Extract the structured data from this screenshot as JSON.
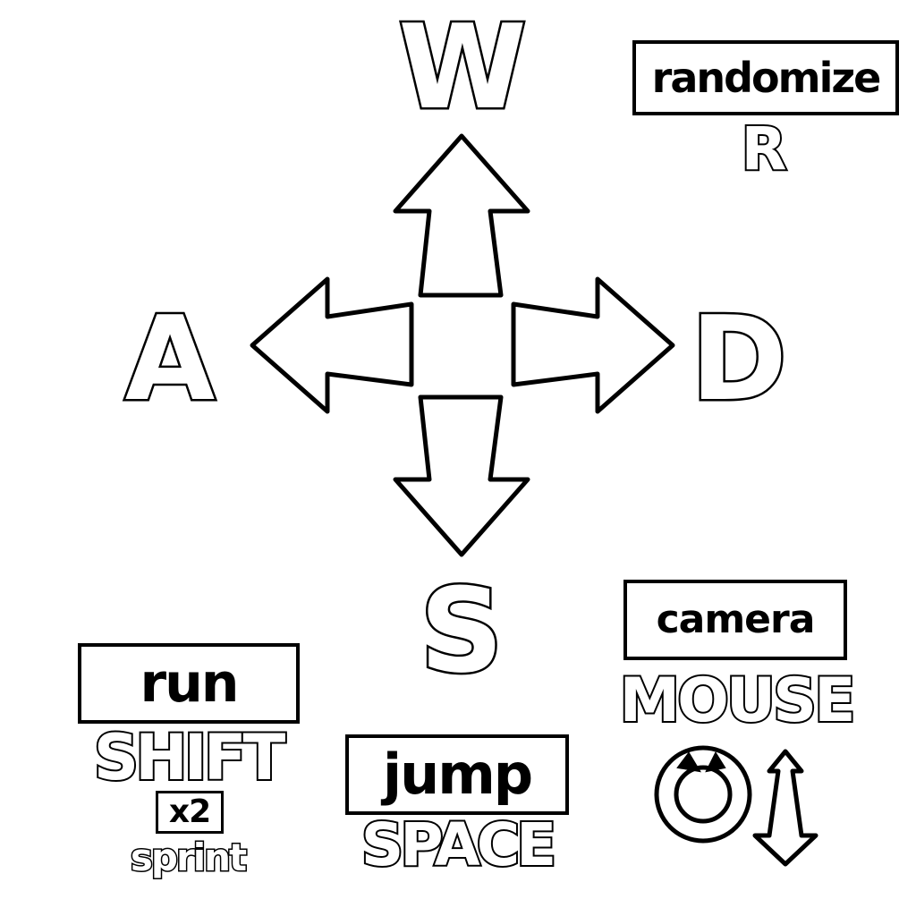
{
  "keys": {
    "up": "W",
    "left": "A",
    "right": "D",
    "down": "S",
    "randomize_key": "R"
  },
  "actions": {
    "randomize": "randomize",
    "camera": "camera",
    "run": "run",
    "jump": "jump"
  },
  "inputs": {
    "run": "SHIFT",
    "jump": "SPACE",
    "camera": "MOUSE",
    "sprint_multiplier": "x2",
    "sprint": "sprint"
  },
  "icons": {
    "directional": [
      "arrow-up-icon",
      "arrow-left-icon",
      "arrow-right-icon",
      "arrow-down-icon"
    ],
    "mouse_motion": [
      "rotate-icon",
      "vertical-arrow-icon"
    ]
  },
  "colors": {
    "ink": "#000000",
    "paper": "#ffffff"
  }
}
